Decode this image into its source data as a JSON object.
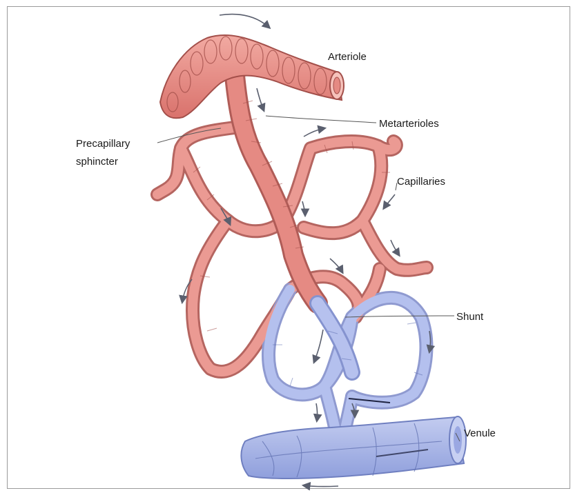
{
  "labels": {
    "arteriole": "Arteriole",
    "metarterioles": "Metarterioles",
    "precapillary_line1": "Precapillary",
    "precapillary_line2": "sphincter",
    "capillaries": "Capillaries",
    "shunt": "Shunt",
    "venule": "Venule"
  },
  "colors": {
    "arterial": "#e8918b",
    "arterial_dark": "#b55a55",
    "venous": "#a9b6e6",
    "venous_dark": "#6f7fc0",
    "arrow": "#5a5f6e"
  }
}
